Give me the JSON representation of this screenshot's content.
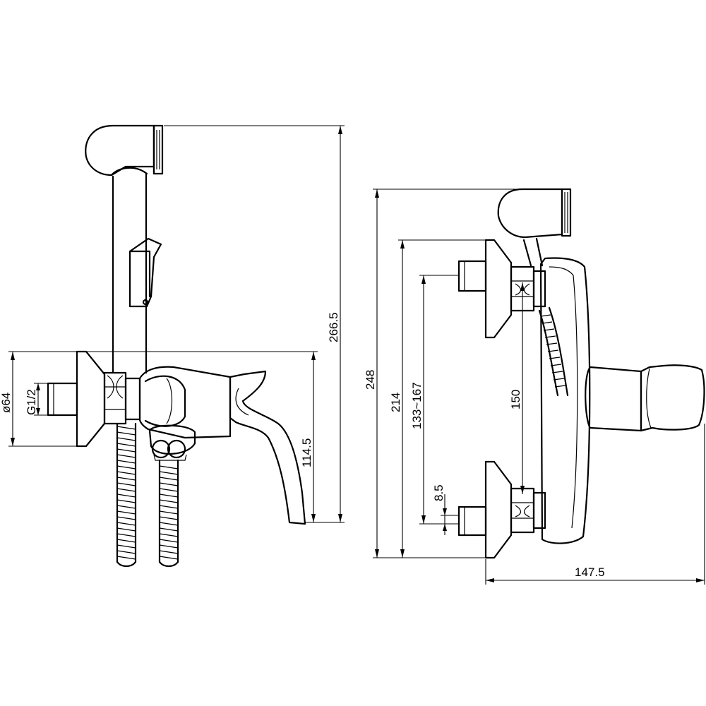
{
  "dimensions": {
    "diameter": "ø64",
    "thread": "G1/2",
    "total_height": "266.5",
    "mixer_height": "114.5",
    "side_height": "248",
    "side_214": "214",
    "inlet_range": "133~167",
    "center_150": "150",
    "inlet_8_5": "8.5",
    "depth": "147.5"
  },
  "colors": {
    "line": "#000000",
    "background": "#ffffff"
  }
}
